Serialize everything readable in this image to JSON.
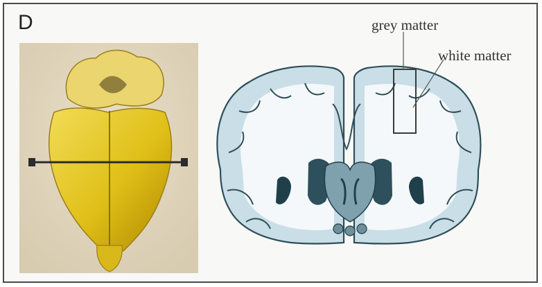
{
  "panel": {
    "letter": "D"
  },
  "labels": {
    "grey_matter": "grey matter",
    "white_matter": "white matter"
  },
  "colors": {
    "brain_yellow": "#e3c21a",
    "section_blue": "#bcd7e3",
    "section_outline": "#1f3f4b"
  },
  "icons": {
    "brain_photo": "whole-brain-dorsal-view",
    "coronal_section": "coronal-brain-section-illustration"
  }
}
